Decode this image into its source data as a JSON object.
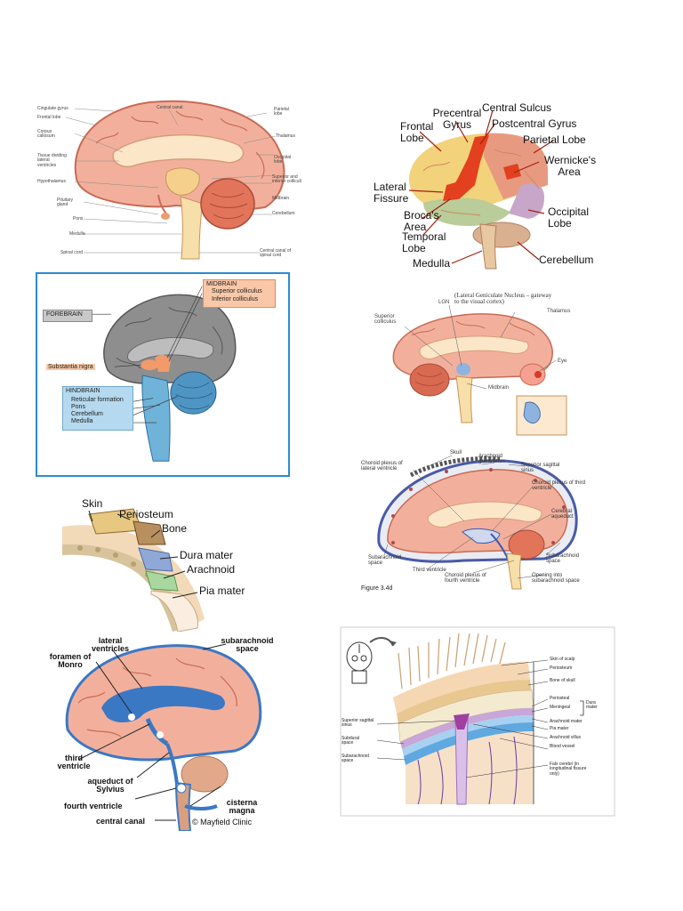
{
  "panels": {
    "p1": {
      "labels": [
        "Cingulate gyrus",
        "Frontal lobe",
        "Corpus callosum",
        "Tissue dividing lateral ventricles",
        "Hypothalamus",
        "Pituitary gland",
        "Pons",
        "Medulla",
        "Spinal cord",
        "Central canal of spinal cord",
        "Cerebellum",
        "Midbrain",
        "Superior and inferior colliculi",
        "Occipital lobe",
        "Thalamus",
        "Parietal lobe",
        "Central canal"
      ]
    },
    "p2": {
      "labels": [
        "Central Sulcus",
        "Precentral Gyrus",
        "Frontal Lobe",
        "Postcentral Gyrus",
        "Parietal Lobe",
        "Wernicke's Area",
        "Lateral Fissure",
        "Broca's Area",
        "Temporal Lobe",
        "Occipital Lobe",
        "Medulla",
        "Cerebellum"
      ]
    },
    "p3": {
      "labels": [
        "MIDBRAIN",
        "Superior colliculus",
        "Inferior colliculus",
        "FOREBRAIN",
        "Substantia nigra",
        "HINDBRAIN",
        "Reticular formation",
        "Pons",
        "Cerebellum",
        "Medulla"
      ]
    },
    "p4": {
      "labels": [
        "(Lateral Geniculate Nucleus – gateway to the visual cortex)",
        "LGN",
        "Superior colliculus",
        "Thalamus",
        "Eye",
        "Midbrain"
      ]
    },
    "p5": {
      "labels": [
        "Skull",
        "Arachnoid granulation",
        "Choroid plexus of lateral ventricle",
        "Superior sagittal sinus",
        "Choroid plexus of third ventricle",
        "Cerebral aqueduct",
        "Subarachnoid space",
        "Third ventricle",
        "Subarachnoid space",
        "Choroid plexus of fourth ventricle",
        "Opening into subarachnoid space",
        "Figure 3.4d"
      ]
    },
    "p6": {
      "labels": [
        "Skin",
        "Periosteum",
        "Bone",
        "Dura mater",
        "Arachnoid",
        "Pia mater"
      ]
    },
    "p7": {
      "labels": [
        "lateral ventricles",
        "foramen of Monro",
        "subarachnoid space",
        "third ventricle",
        "aqueduct of Sylvius",
        "fourth ventricle",
        "cisterna magna",
        "central canal",
        "© Mayfield Clinic"
      ]
    },
    "p8": {
      "labels": [
        "Skin of scalp",
        "Periosteum",
        "Bone of skull",
        "Periosteal",
        "Meningeal",
        "Dura mater",
        "Arachnoid mater",
        "Pia mater",
        "Arachnoid villus",
        "Blood vessel",
        "Falx cerebri (in longitudinal fissure only)",
        "Superior sagittal sinus",
        "Subdural space",
        "Subarachnoid space"
      ]
    }
  },
  "colors": {
    "brain_pink": "#f2b09c",
    "brain_dark": "#c86a55",
    "lobe_frontal": "#f2d27a",
    "lobe_parietal": "#e89a80",
    "lobe_temporal": "#b9cc9a",
    "lobe_occipital": "#c7a6c9",
    "motor_strip": "#e2401f",
    "gray_brain": "#8e8e8e",
    "hindbrain_blue": "#6fb3d8",
    "ventricle_blue": "#3b78c4"
  }
}
